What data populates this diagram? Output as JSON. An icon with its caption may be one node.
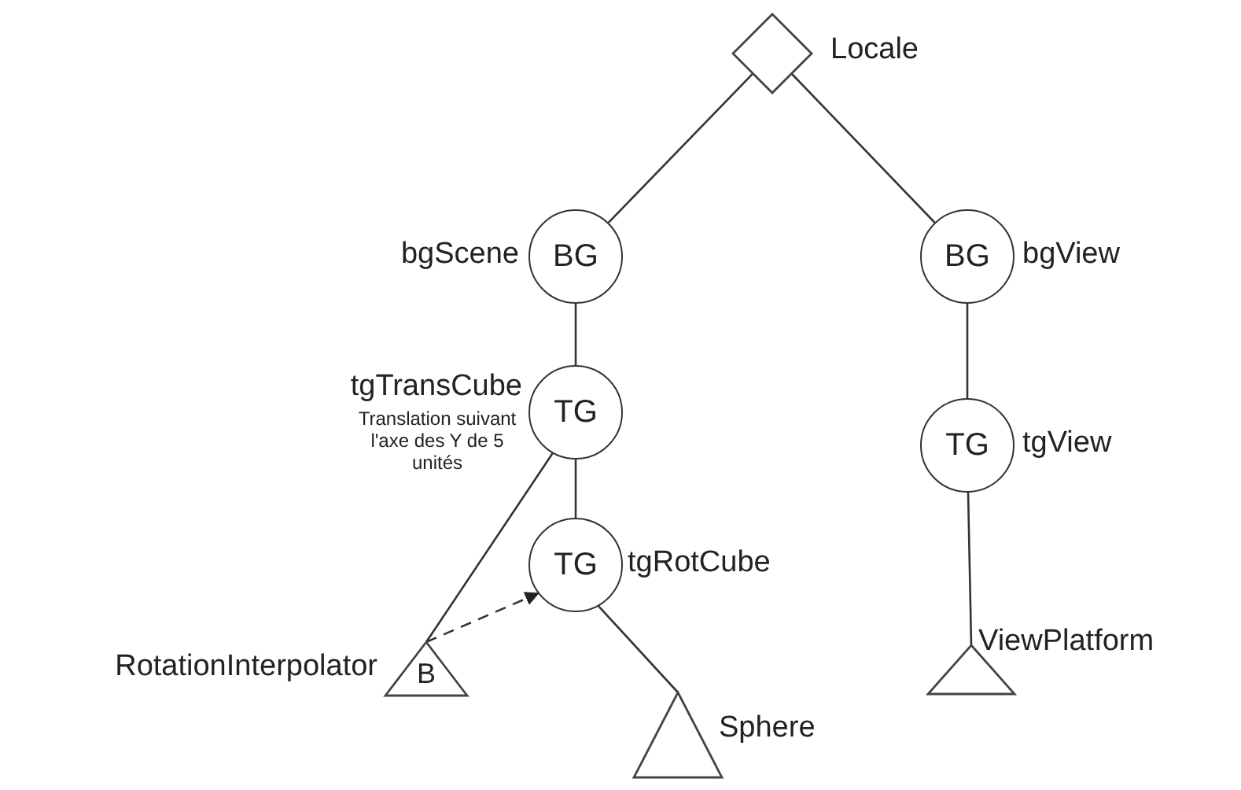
{
  "diagram": {
    "nodes": [
      {
        "text": [],
        "shape": "diamond",
        "beside": [
          "Locale"
        ]
      },
      {
        "text": [
          "BG"
        ],
        "beside": [
          "bgScene"
        ]
      },
      {
        "text": [
          "BG"
        ],
        "beside": [
          "bgView"
        ]
      },
      {
        "text": [
          "TG"
        ],
        "beside": [
          "tgTransCube",
          "Translation suivant l'axe des Y de 5 unités"
        ]
      },
      {
        "text": [
          "TG"
        ],
        "beside": [
          "tgView"
        ]
      },
      {
        "text": [
          "TG"
        ],
        "beside": [
          "tgRotCube"
        ]
      },
      {
        "text": [
          "B"
        ],
        "beside": [
          "RotationInterpolator"
        ]
      },
      {
        "text": [],
        "shape": "triangle",
        "beside": [
          "ViewPlatform"
        ]
      },
      {
        "text": [],
        "shape": "triangle",
        "beside": [
          "Sphere"
        ]
      }
    ],
    "edges": [
      {
        "from": 0,
        "to": 1,
        "arrow": "none"
      },
      {
        "from": 0,
        "to": 2,
        "arrow": "none"
      },
      {
        "from": 1,
        "to": 3,
        "arrow": "none"
      },
      {
        "from": 2,
        "to": 4,
        "arrow": "none"
      },
      {
        "from": 3,
        "to": 5,
        "arrow": "none"
      },
      {
        "from": 3,
        "to": 6,
        "arrow": "none"
      },
      {
        "from": 6,
        "to": 5,
        "arrow": "to",
        "style": "dashed"
      },
      {
        "from": 5,
        "to": 8,
        "arrow": "none"
      },
      {
        "from": 4,
        "to": 7,
        "arrow": "none"
      }
    ]
  }
}
